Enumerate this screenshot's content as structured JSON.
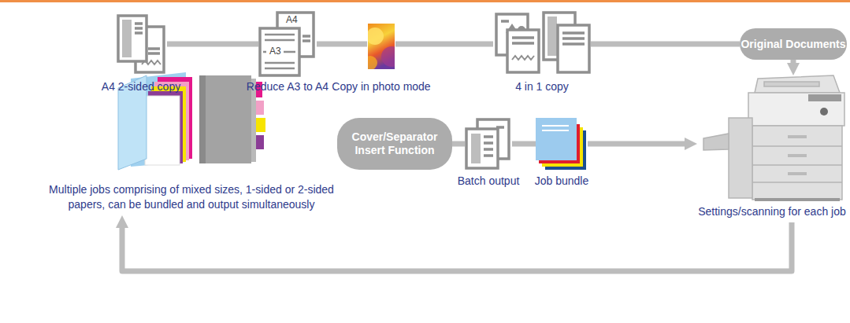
{
  "diagram": {
    "nodes": [
      {
        "text": [
          "A4 2-sided copy"
        ]
      },
      {
        "text": [
          "A4",
          "A3",
          "Reduce A3 to A4"
        ]
      },
      {
        "text": [
          "Copy in photo mode"
        ]
      },
      {
        "text": [
          "4 in 1 copy"
        ]
      },
      {
        "text": [
          "Original Documents"
        ]
      },
      {
        "text": [
          "Settings/scanning for each job"
        ]
      },
      {
        "text": [
          "Cover/Separator Insert Function"
        ]
      },
      {
        "text": [
          "Batch output"
        ]
      },
      {
        "text": [
          "Job bundle"
        ]
      },
      {
        "text": [
          "Multiple jobs comprising of mixed sizes, 1-sided or 2-sided papers, can be bundled and output simultaneously"
        ]
      }
    ],
    "edges": [
      {
        "from": 0,
        "to": 1,
        "arrow": "none"
      },
      {
        "from": 1,
        "to": 2,
        "arrow": "none"
      },
      {
        "from": 2,
        "to": 3,
        "arrow": "none"
      },
      {
        "from": 3,
        "to": 4,
        "arrow": "none"
      },
      {
        "from": 4,
        "to": 5,
        "arrow": "to"
      },
      {
        "from": 6,
        "to": 7,
        "arrow": "none"
      },
      {
        "from": 7,
        "to": 8,
        "arrow": "none"
      },
      {
        "from": 8,
        "to": 5,
        "arrow": "to"
      },
      {
        "from": 5,
        "to": 9,
        "arrow": "to"
      }
    ]
  }
}
